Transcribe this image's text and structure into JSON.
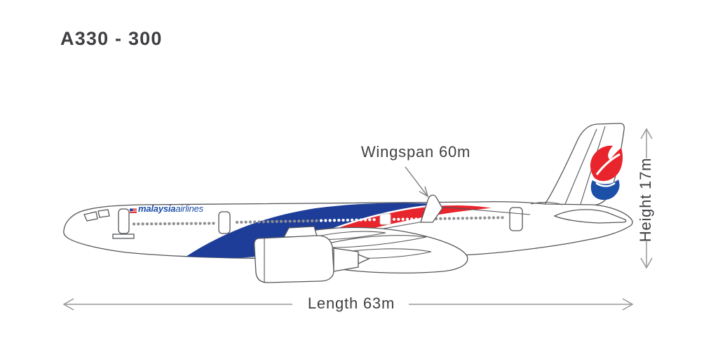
{
  "title": "A330 - 300",
  "annotations": {
    "wingspan_label": "Wingspan 60m",
    "height_label": "Height 17m",
    "length_label": "Length 63m"
  },
  "aircraft": {
    "brand": {
      "bold": "malaysia",
      "light": "airlines"
    }
  },
  "colors": {
    "livery_blue": "#1e3d99",
    "livery_red": "#e8242c",
    "logo_red": "#e8242c",
    "logo_blue": "#1c4fa8",
    "flag_red": "#d8232a",
    "flag_blue": "#1e3d99",
    "outline": "#55565a",
    "dimension_line": "#96979a",
    "text": "#3f4043"
  }
}
